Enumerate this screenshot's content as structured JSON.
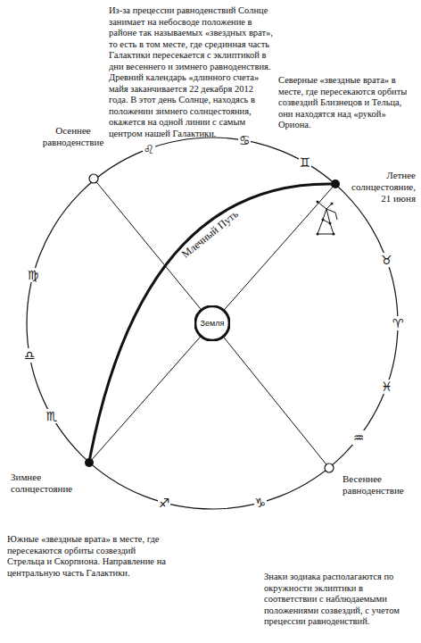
{
  "diagram": {
    "nodes": [
      {
        "text": [
          "Земля"
        ]
      }
    ],
    "labels": [
      "Из-за прецессии равноденствий Солнце занимает на небосводе положение в районе так называемых «звездных врат», то есть в том месте, где срединная часть Галактики пересекается с эклиптикой в дни весеннего и зимнего равноденствия. Древний календарь «длинного счета» майя заканчивается 22 декабря 2012 года. В этот день Солнце, находясь в положении зимнего солнцестояния, окажется на одной линии с самым центром нашей Галактики.",
      "Северные «звездные врата» в месте, где пересекаются орбиты созвездий Близнецов и Тельца, они находятся над «рукой» Ориона.",
      "Осеннее равноденствие",
      "Летнее солнцестояние, 21 июня",
      "Зимнее солнцестояние",
      "Весеннее равноденствие",
      "Млечный Путь",
      "Южные «звездные врата» в месте, где пересекаются орбиты созвездий Стрельца и Скорпиона. Направление на центральную часть Галактики.",
      "Знаки зодиака располагаются по окружности эклиптики в соответствии с наблюдаемыми положениями созвездий, с учетом прецессии равноденствий.",
      "♌",
      "♋",
      "♊",
      "♉",
      "♈",
      "♓",
      "♒",
      "♑",
      "♐",
      "♏",
      "♎",
      "♍"
    ]
  }
}
